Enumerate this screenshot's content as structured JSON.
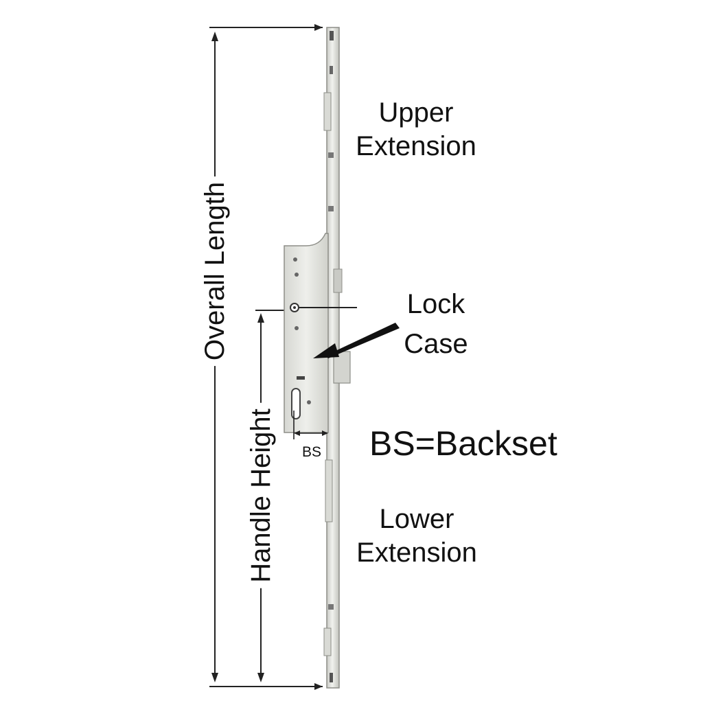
{
  "labels": {
    "upper_extension": [
      "Upper",
      "Extension"
    ],
    "lock_case": [
      "Lock",
      "Case"
    ],
    "backset": "BS=Backset",
    "lower_extension": [
      "Lower",
      "Extension"
    ],
    "overall_length": "Overall Length",
    "handle_height": "Handle Height",
    "bs_dimension": "BS"
  },
  "colors": {
    "text": "#111111",
    "line": "#222222",
    "metal": "#e4e5e1",
    "metal_edge": "#8d8e88",
    "background": "#ffffff"
  }
}
